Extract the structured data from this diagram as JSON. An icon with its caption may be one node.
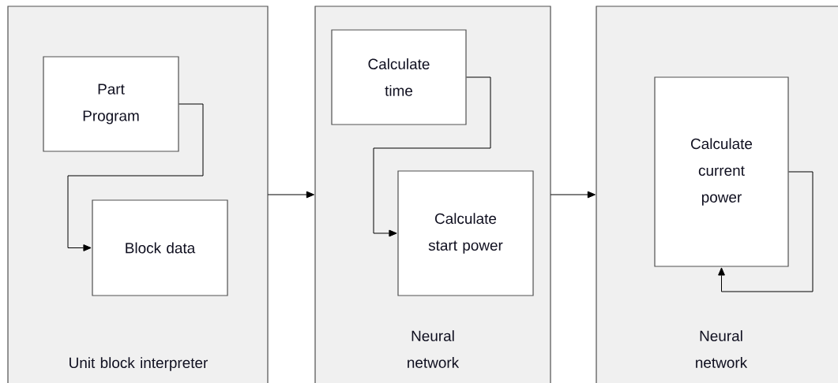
{
  "diagram": {
    "nodes": [
      {
        "text": [
          "Unit block interpreter"
        ]
      },
      {
        "text": [
          "Part Program"
        ],
        "in": 0
      },
      {
        "text": [
          "Block data"
        ],
        "in": 0
      },
      {
        "text": [
          "Neural network"
        ]
      },
      {
        "text": [
          "Calculate time"
        ],
        "in": 3
      },
      {
        "text": [
          "Calculate start power"
        ],
        "in": 3
      },
      {
        "text": [
          "Neural network"
        ]
      },
      {
        "text": [
          "Calculate current power"
        ],
        "in": 6
      }
    ],
    "edges": [
      {
        "from": 1,
        "to": 2,
        "arrow": "to"
      },
      {
        "from": 0,
        "to": 3,
        "arrow": "to"
      },
      {
        "from": 4,
        "to": 5,
        "arrow": "to"
      },
      {
        "from": 3,
        "to": 6,
        "arrow": "to"
      },
      {
        "from": 7,
        "to": 7,
        "arrow": "to"
      }
    ]
  }
}
